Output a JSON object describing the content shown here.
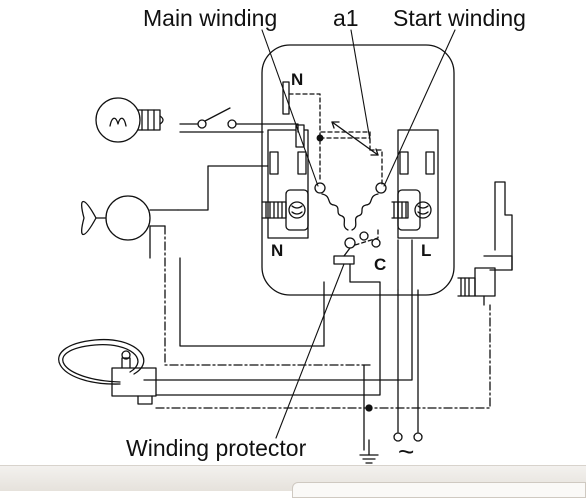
{
  "labels": {
    "main_winding": "Main winding",
    "a1": "a1",
    "start_winding": "Start winding",
    "winding_protector": "Winding protector",
    "terminal_n_top": "N",
    "terminal_n_bottom": "N",
    "terminal_l": "L",
    "terminal_c": "C",
    "ac_symbol": "~"
  },
  "icons": [
    "lamp-icon",
    "switch-icon",
    "fan-motor-icon",
    "thermostat-icon",
    "relay-clip-icon",
    "ground-icon",
    "ac-source-icon"
  ],
  "colors": {
    "line": "#111111",
    "background": "#ffffff"
  }
}
